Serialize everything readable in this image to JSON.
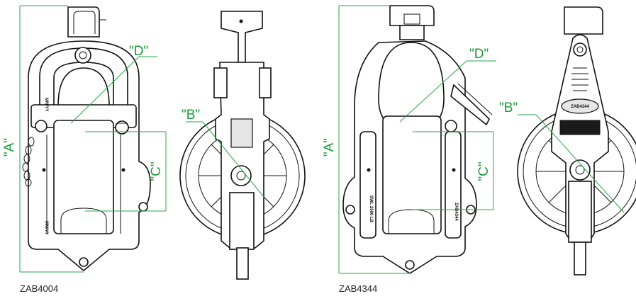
{
  "models": [
    {
      "model": "ZAB4004",
      "dims": {
        "A": "\"A\"",
        "B": "\"B\"",
        "C": "\"C\"",
        "D": "\"D\""
      },
      "stamps": [
        "MM/YY",
        "MM/YY"
      ]
    },
    {
      "model": "ZAB4344",
      "dims": {
        "A": "\"A\"",
        "B": "\"B\"",
        "C": "\"C\"",
        "D": "\"D\""
      },
      "stamps": [
        "SWL 2500 LB",
        "ZAB4344",
        "ZAB4344"
      ]
    }
  ],
  "colors": {
    "dimension": "#1a9a3a",
    "outline": "#111111"
  },
  "icons": [
    "pulley-block-front-view",
    "pulley-block-side-view",
    "safety-chain-icon"
  ]
}
